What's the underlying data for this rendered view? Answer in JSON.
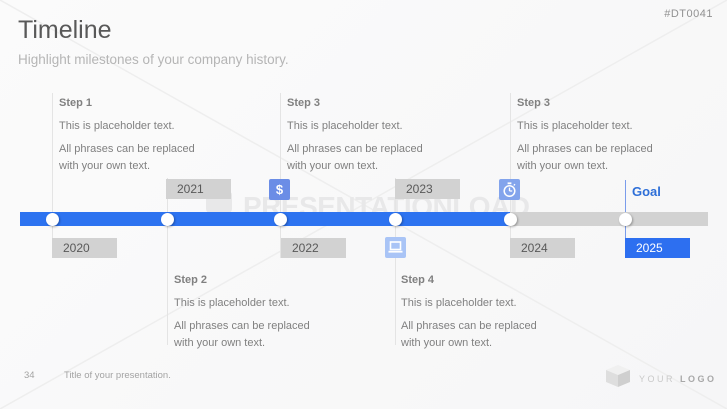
{
  "slide": {
    "code": "#DT0041",
    "title": "Timeline",
    "subtitle": "Highlight milestones of your company history.",
    "watermark_text": "PRESENTATIONLOAD"
  },
  "timeline": {
    "goal_label": "Goal",
    "years": [
      {
        "label": "2020",
        "side": "below"
      },
      {
        "label": "2021",
        "side": "above"
      },
      {
        "label": "2022",
        "side": "below"
      },
      {
        "label": "2023",
        "side": "above"
      },
      {
        "label": "2024",
        "side": "below"
      },
      {
        "label": "2025",
        "side": "below",
        "highlight": true
      }
    ],
    "steps": [
      {
        "label": "Step 1",
        "side": "above",
        "text1": "This is placeholder text.",
        "text2": "All phrases can be replaced with your own text."
      },
      {
        "label": "Step 2",
        "side": "below",
        "text1": "This is placeholder text.",
        "text2": "All phrases can be replaced with your own text."
      },
      {
        "label": "Step 3",
        "side": "above",
        "text1": "This is placeholder text.",
        "text2": "All phrases can be replaced with your own text."
      },
      {
        "label": "Step 4",
        "side": "below",
        "text1": "This is placeholder text.",
        "text2": "All phrases can be replaced with your own text."
      },
      {
        "label": "Step 3",
        "side": "above",
        "text1": "This is placeholder text.",
        "text2": "All phrases can be replaced with your own text."
      }
    ],
    "icons": [
      {
        "name": "dollar-icon",
        "symbol": "$",
        "position": "above-2022"
      },
      {
        "name": "laptop-icon",
        "position": "below-2023"
      },
      {
        "name": "stopwatch-icon",
        "position": "above-2024"
      }
    ]
  },
  "footer": {
    "page_number": "34",
    "presentation_title": "Title of your presentation.",
    "logo_your": "YOUR ",
    "logo_logo": "LOGO"
  },
  "colors": {
    "bar_blue": "#2d73f0",
    "bar_gray": "#d2d2d2",
    "goal_box_blue": "#2d6ff0",
    "step_heading_blue": "#3e7ee1",
    "year_box_gray": "#d2d2d2",
    "icon_dollar_bg": "#6b8de6",
    "icon_stopwatch_bg": "#83a4ec",
    "icon_laptop_bg": "#a9c4f6",
    "body_text_gray": "#808080",
    "title_gray": "#595959"
  }
}
